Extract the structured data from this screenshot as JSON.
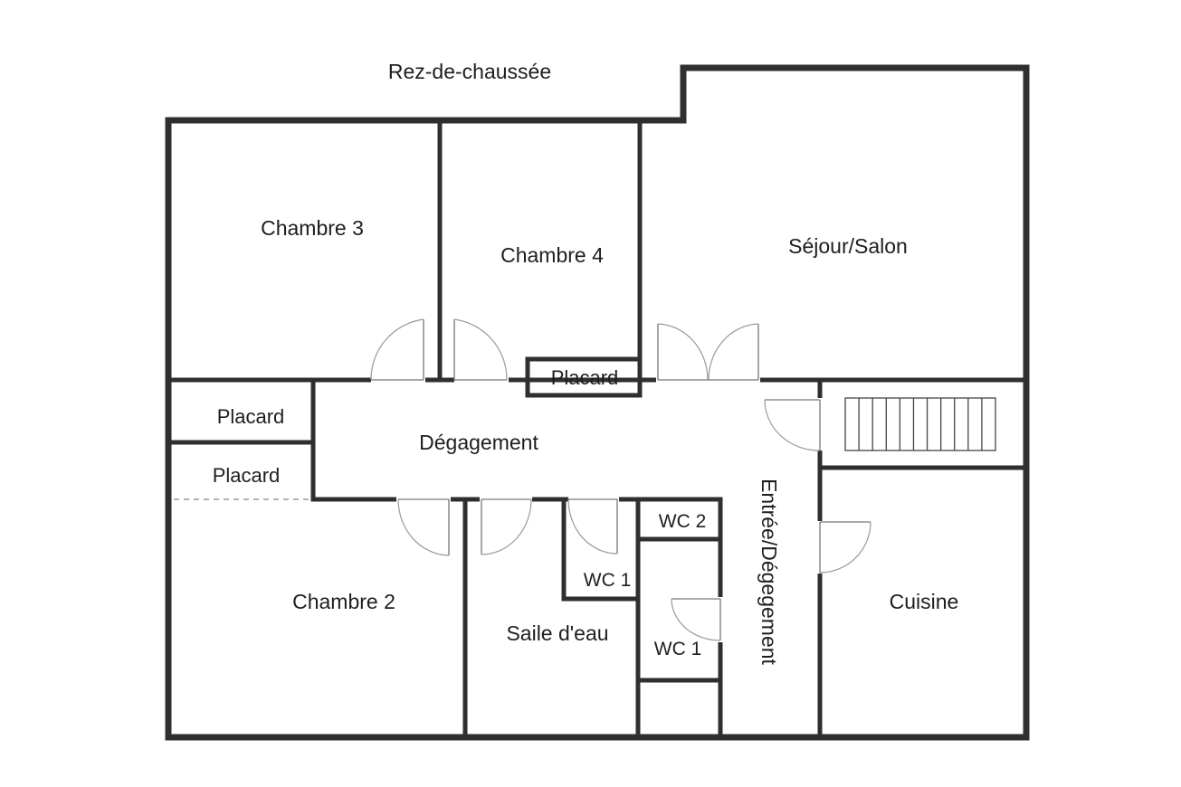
{
  "floor": {
    "title": "Rez-de-chaussée"
  },
  "rooms": {
    "chambre3": "Chambre 3",
    "chambre4": "Chambre 4",
    "sejour": "Séjour/Salon",
    "placard_top": "Placard",
    "placard_left1": "Placard",
    "placard_left2": "Placard",
    "degagement": "Dégagement",
    "entree": "Entrée/Dégegement",
    "chambre2": "Chambre 2",
    "salle_eau": "Saile d'eau",
    "wc2": "WC 2",
    "wc1_a": "WC 1",
    "wc1_b": "WC 1",
    "cuisine": "Cuisine"
  },
  "stairs": {
    "steps": 11
  }
}
